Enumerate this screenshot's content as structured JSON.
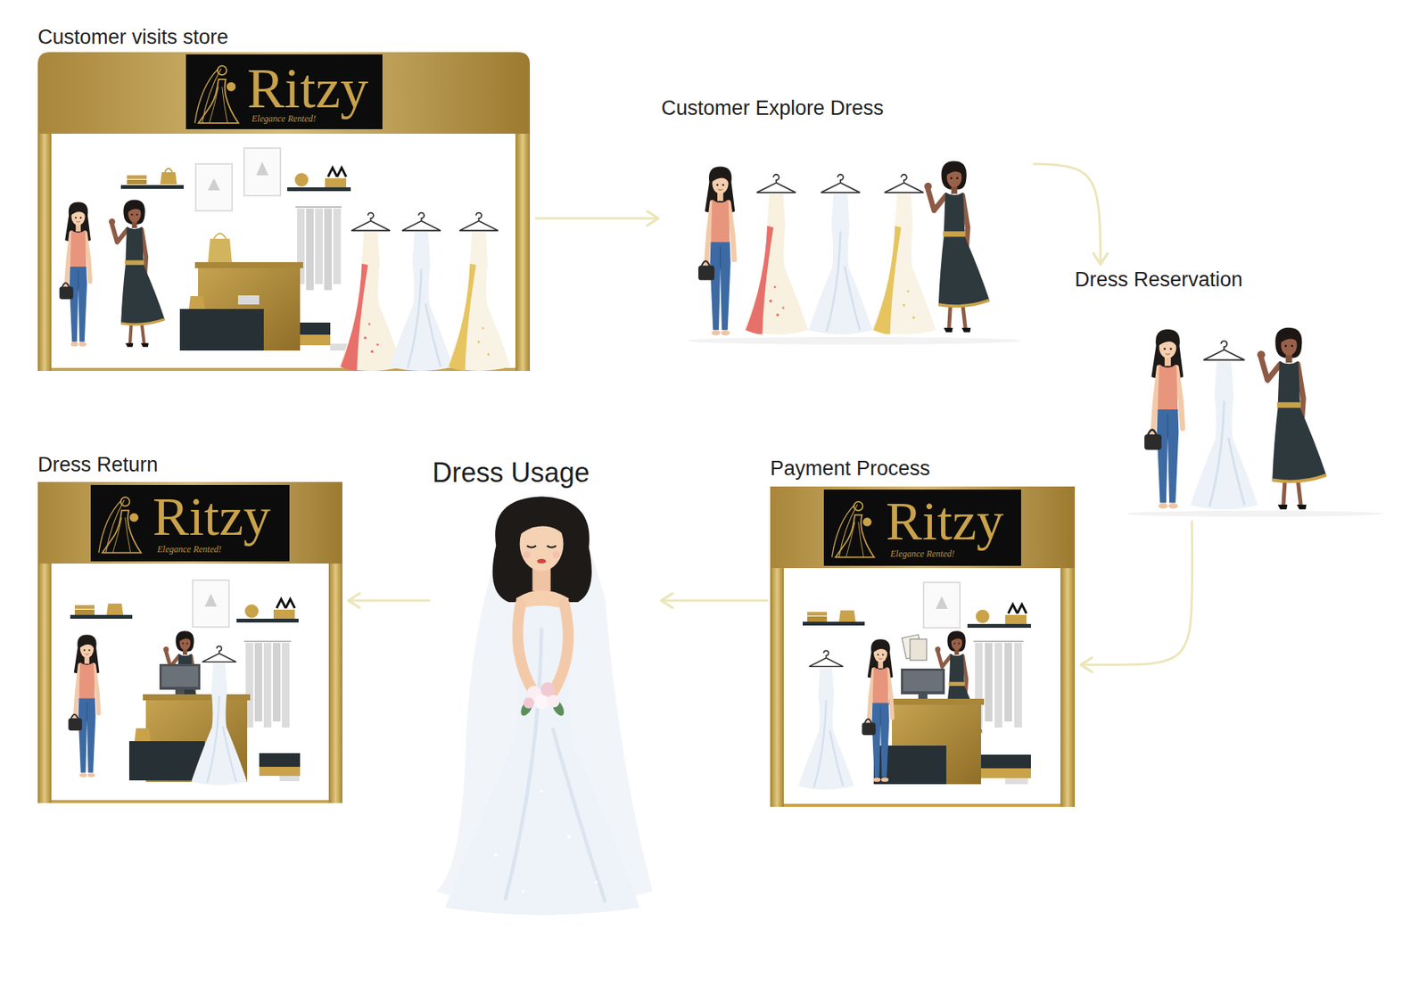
{
  "diagram": {
    "nodes": [
      {
        "text": [
          "Customer visits store"
        ]
      },
      {
        "text": [
          "Customer Explore Dress"
        ]
      },
      {
        "text": [
          "Dress Reservation"
        ]
      },
      {
        "text": [
          "Payment Process"
        ]
      },
      {
        "text": [
          "Dress Usage"
        ]
      },
      {
        "text": [
          "Dress Return"
        ]
      }
    ],
    "edges": [
      {
        "from": 0,
        "to": 1,
        "arrow": "to"
      },
      {
        "from": 1,
        "to": 2,
        "arrow": "to"
      },
      {
        "from": 2,
        "to": 3,
        "arrow": "to"
      },
      {
        "from": 3,
        "to": 4,
        "arrow": "to"
      },
      {
        "from": 4,
        "to": 5,
        "arrow": "to"
      }
    ],
    "labels": [
      "Ritzy",
      "Elegance Rented!",
      "Ritzy",
      "Elegance Rented!",
      "Ritzy",
      "Elegance Rented!"
    ]
  }
}
